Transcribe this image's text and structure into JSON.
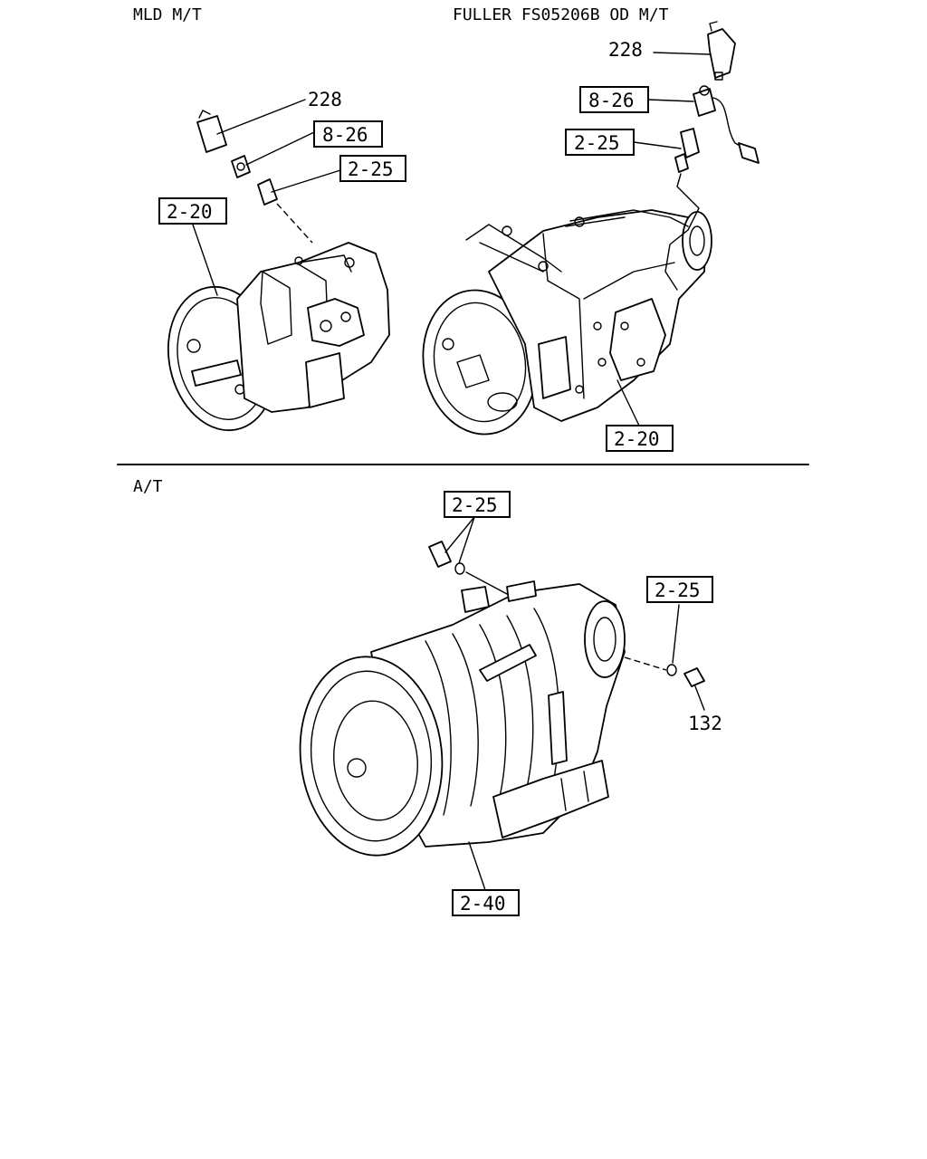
{
  "sections": {
    "mld": "MLD M/T",
    "fuller": "FULLER FS05206B OD M/T",
    "at": "A/T"
  },
  "callouts": {
    "mld_228": "228",
    "mld_8_26": "8-26",
    "mld_2_25": "2-25",
    "mld_2_20": "2-20",
    "fuller_228": "228",
    "fuller_8_26": "8-26",
    "fuller_2_25": "2-25",
    "fuller_2_20": "2-20",
    "at_2_25_top": "2-25",
    "at_2_25_right": "2-25",
    "at_132": "132",
    "at_2_40": "2-40"
  }
}
